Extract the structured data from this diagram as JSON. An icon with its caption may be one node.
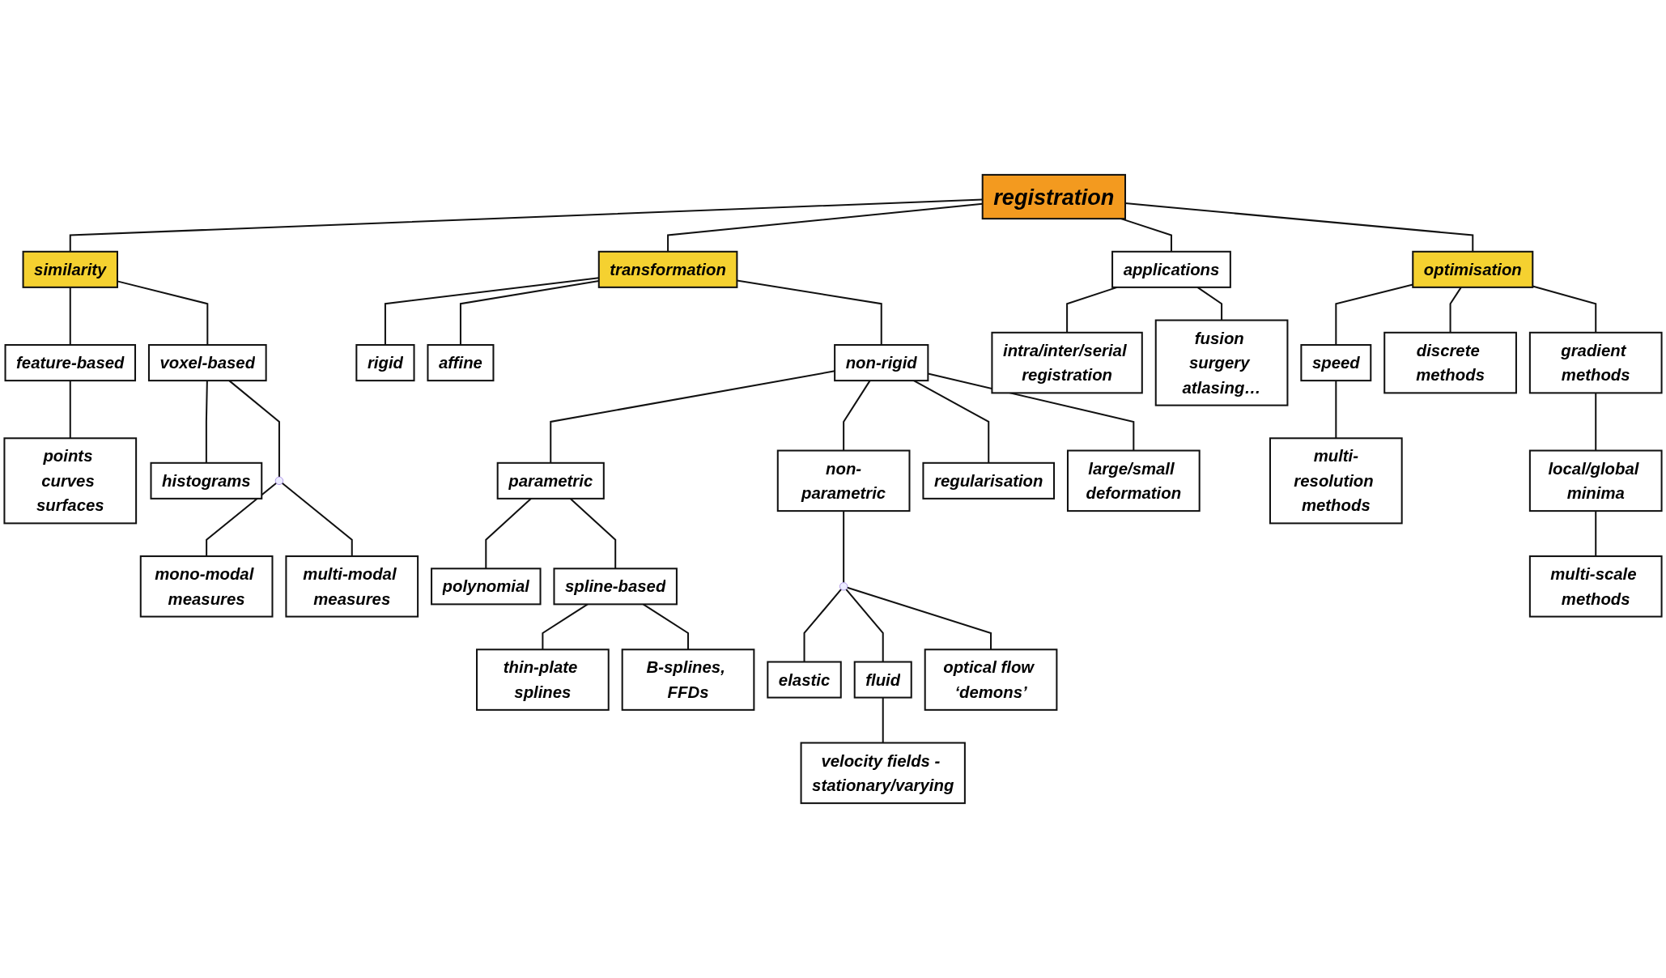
{
  "diagram": {
    "nodes": [
      {
        "text": [
          "registration"
        ]
      },
      {
        "text": [
          "similarity"
        ]
      },
      {
        "text": [
          "transformation"
        ]
      },
      {
        "text": [
          "optimisation"
        ]
      },
      {
        "text": [
          "applications"
        ]
      },
      {
        "text": [
          "feature-based"
        ]
      },
      {
        "text": [
          "voxel-based"
        ]
      },
      {
        "text": [
          "points curves surfaces"
        ]
      },
      {
        "text": [
          "histograms"
        ]
      },
      {
        "text": [],
        "shape": "circle"
      },
      {
        "text": [
          "mono-modal measures"
        ]
      },
      {
        "text": [
          "multi-modal measures"
        ]
      },
      {
        "text": [
          "rigid"
        ]
      },
      {
        "text": [
          "affine"
        ]
      },
      {
        "text": [
          "non-rigid"
        ]
      },
      {
        "text": [
          "parametric"
        ]
      },
      {
        "text": [
          "polynomial"
        ]
      },
      {
        "text": [
          "spline-based"
        ]
      },
      {
        "text": [
          "thin-plate splines"
        ]
      },
      {
        "text": [
          "B-splines, FFDs"
        ]
      },
      {
        "text": [
          "non-parametric"
        ]
      },
      {
        "text": [],
        "shape": "circle"
      },
      {
        "text": [
          "elastic"
        ]
      },
      {
        "text": [
          "fluid"
        ]
      },
      {
        "text": [
          "velocity fields - stationary/varying"
        ]
      },
      {
        "text": [
          "optical flow ‘demons’"
        ]
      },
      {
        "text": [
          "regularisation"
        ]
      },
      {
        "text": [
          "large/small deformation"
        ]
      },
      {
        "text": [
          "intra/inter/serial registration"
        ]
      },
      {
        "text": [
          "fusion surgery atlasing…"
        ]
      },
      {
        "text": [
          "speed"
        ]
      },
      {
        "text": [
          "multi-resolution methods"
        ]
      },
      {
        "text": [
          "discrete methods"
        ]
      },
      {
        "text": [
          "gradient methods"
        ]
      },
      {
        "text": [
          "local/global minima"
        ]
      },
      {
        "text": [
          "multi-scale methods"
        ]
      }
    ],
    "edges": [
      {
        "from": 0,
        "to": 1,
        "arrow": "none"
      },
      {
        "from": 0,
        "to": 2,
        "arrow": "none"
      },
      {
        "from": 0,
        "to": 3,
        "arrow": "none"
      },
      {
        "from": 0,
        "to": 4,
        "arrow": "none"
      },
      {
        "from": 1,
        "to": 5,
        "arrow": "none"
      },
      {
        "from": 1,
        "to": 6,
        "arrow": "none"
      },
      {
        "from": 5,
        "to": 7,
        "arrow": "none"
      },
      {
        "from": 6,
        "to": 8,
        "arrow": "none"
      },
      {
        "from": 6,
        "to": 9,
        "arrow": "none"
      },
      {
        "from": 9,
        "to": 10,
        "arrow": "none"
      },
      {
        "from": 9,
        "to": 11,
        "arrow": "none"
      },
      {
        "from": 2,
        "to": 12,
        "arrow": "none"
      },
      {
        "from": 2,
        "to": 13,
        "arrow": "none"
      },
      {
        "from": 2,
        "to": 14,
        "arrow": "none"
      },
      {
        "from": 14,
        "to": 15,
        "arrow": "none"
      },
      {
        "from": 15,
        "to": 16,
        "arrow": "none"
      },
      {
        "from": 15,
        "to": 17,
        "arrow": "none"
      },
      {
        "from": 17,
        "to": 18,
        "arrow": "none"
      },
      {
        "from": 17,
        "to": 19,
        "arrow": "none"
      },
      {
        "from": 14,
        "to": 20,
        "arrow": "none"
      },
      {
        "from": 20,
        "to": 21,
        "arrow": "none"
      },
      {
        "from": 21,
        "to": 22,
        "arrow": "none"
      },
      {
        "from": 21,
        "to": 23,
        "arrow": "none"
      },
      {
        "from": 23,
        "to": 24,
        "arrow": "none"
      },
      {
        "from": 21,
        "to": 25,
        "arrow": "none"
      },
      {
        "from": 14,
        "to": 26,
        "arrow": "none"
      },
      {
        "from": 14,
        "to": 27,
        "arrow": "none"
      },
      {
        "from": 4,
        "to": 28,
        "arrow": "none"
      },
      {
        "from": 4,
        "to": 29,
        "arrow": "none"
      },
      {
        "from": 3,
        "to": 30,
        "arrow": "none"
      },
      {
        "from": 30,
        "to": 31,
        "arrow": "none"
      },
      {
        "from": 3,
        "to": 32,
        "arrow": "none"
      },
      {
        "from": 3,
        "to": 33,
        "arrow": "none"
      },
      {
        "from": 33,
        "to": 34,
        "arrow": "none"
      },
      {
        "from": 34,
        "to": 35,
        "arrow": "none"
      }
    ]
  }
}
